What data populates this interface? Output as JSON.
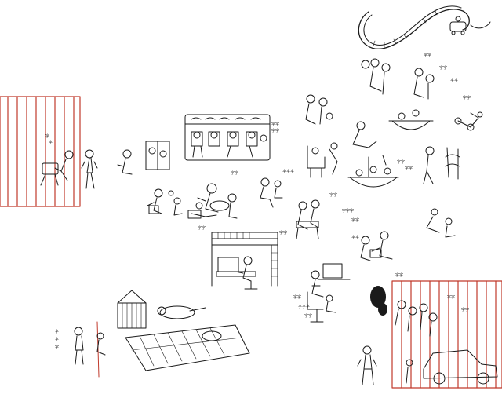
{
  "artwork": {
    "kind": "pen-and-ink illustration collage",
    "ink_color": "#1a1a1a",
    "accent_color": "#c0392b",
    "background": "#ffffff",
    "scenes": [
      {
        "name": "left-cage",
        "depicts": "figures behind red vertical bars"
      },
      {
        "name": "bus-interior",
        "depicts": "passengers seated on a bus"
      },
      {
        "name": "rollercoaster-track",
        "depicts": "looping track top-right"
      },
      {
        "name": "bunk-bed-desk",
        "depicts": "loft bed over a computer desk"
      },
      {
        "name": "playground-hopscotch",
        "depicts": "tent, hopscotch grid and a lying figure"
      },
      {
        "name": "office-chair-worker",
        "depicts": "person at a desk with monitor"
      },
      {
        "name": "right-cage-car",
        "depicts": "crowd and car behind red bars"
      },
      {
        "name": "scattered-vignettes",
        "depicts": "small groups of people with handwritten notes"
      }
    ]
  }
}
